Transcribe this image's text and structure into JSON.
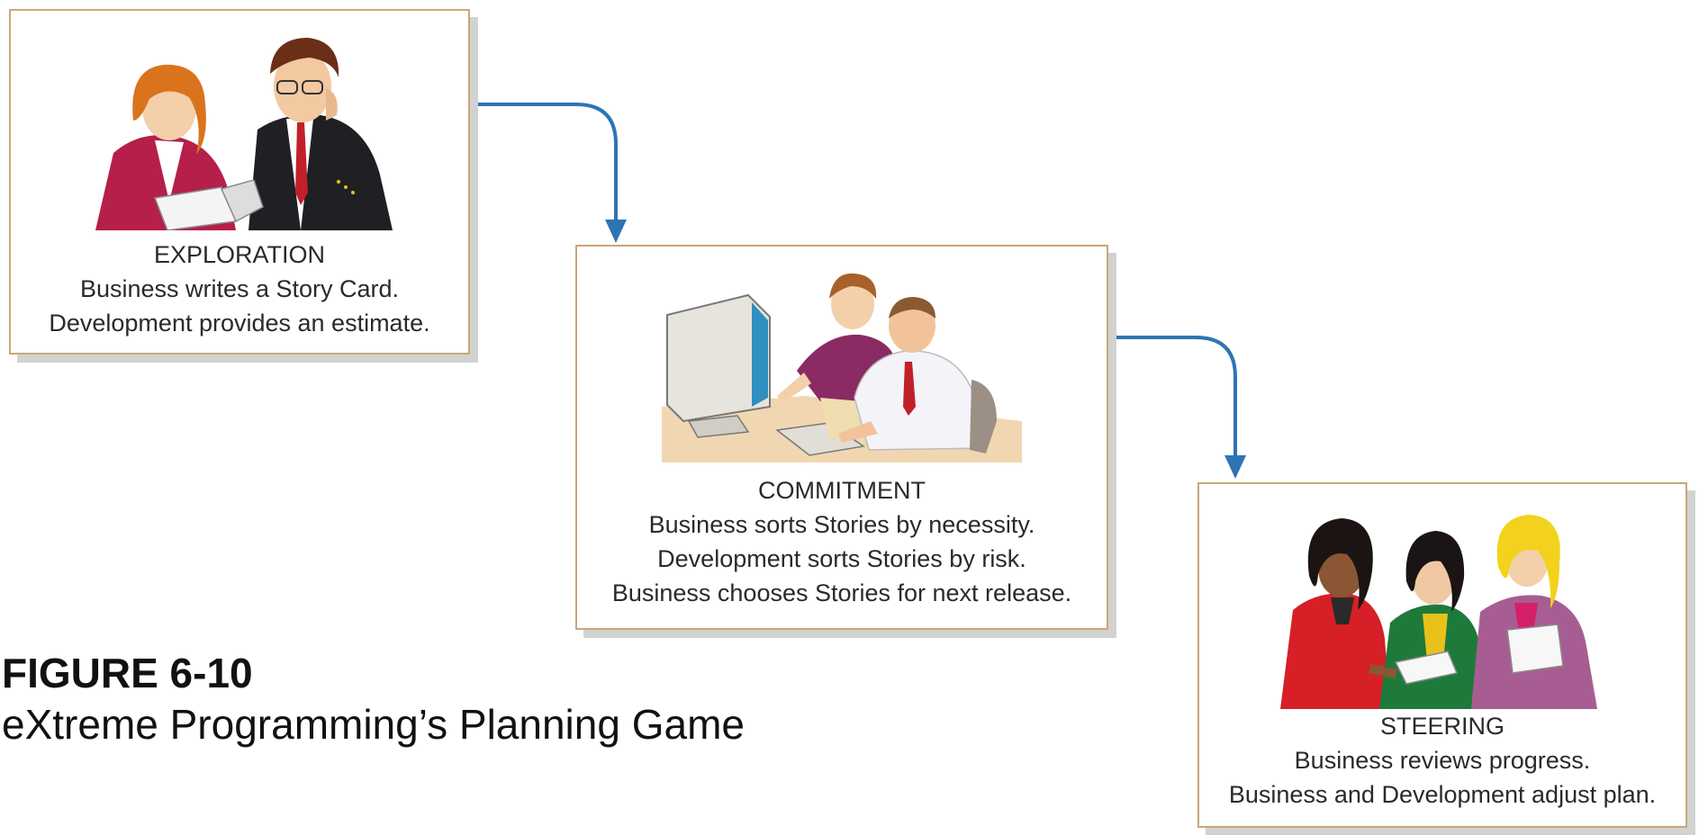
{
  "figure": {
    "number": "FIGURE 6-10",
    "title": "eXtreme Programming’s Planning Game"
  },
  "stages": [
    {
      "title": "EXPLORATION",
      "lines": [
        "Business writes a Story Card.",
        "Development provides an estimate."
      ],
      "illustration": "two-business-people-reading-card-illustration"
    },
    {
      "title": "COMMITMENT",
      "lines": [
        "Business sorts Stories by necessity.",
        "Development sorts Stories by risk.",
        "Business chooses Stories for next release."
      ],
      "illustration": "two-people-at-computer-illustration"
    },
    {
      "title": "STEERING",
      "lines": [
        "Business reviews progress.",
        "Business and Development adjust plan."
      ],
      "illustration": "three-women-reviewing-papers-illustration"
    }
  ],
  "colors": {
    "arrow": "#2e74b5",
    "card_border": "#c9a77a",
    "card_shadow": "#d2d2d2"
  }
}
